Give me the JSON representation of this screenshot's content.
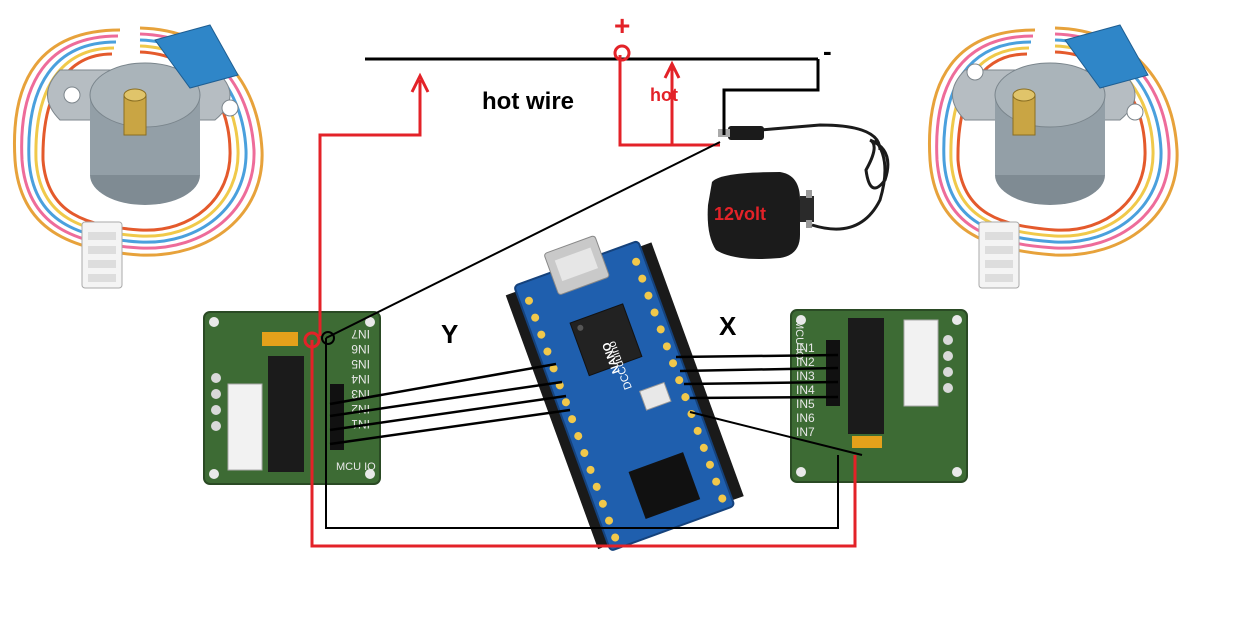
{
  "labels": {
    "plus": "+",
    "minus": "-",
    "hot_wire": "hot wire",
    "hot": "hot",
    "power_supply": "12volt",
    "axis_y": "Y",
    "axis_x": "X",
    "board_name": "NANO",
    "board_brand": "DCCduino",
    "driver_pins_left": [
      "IN7",
      "IN6",
      "IN5",
      "IN4",
      "IN3",
      "IN2",
      "IN1"
    ],
    "driver_pins_right": [
      "IN1",
      "IN2",
      "IN3",
      "IN4",
      "IN5",
      "IN6",
      "IN7"
    ],
    "driver_header": "MCU IO"
  },
  "colors": {
    "red_wire": "#e32228",
    "black_wire": "#000000",
    "pcb_green": "#3d6b34",
    "arduino_blue": "#1f5fae",
    "motor_body": "#8d9aa3",
    "motor_cap": "#2f86c8",
    "brass_shaft": "#c9a544"
  }
}
